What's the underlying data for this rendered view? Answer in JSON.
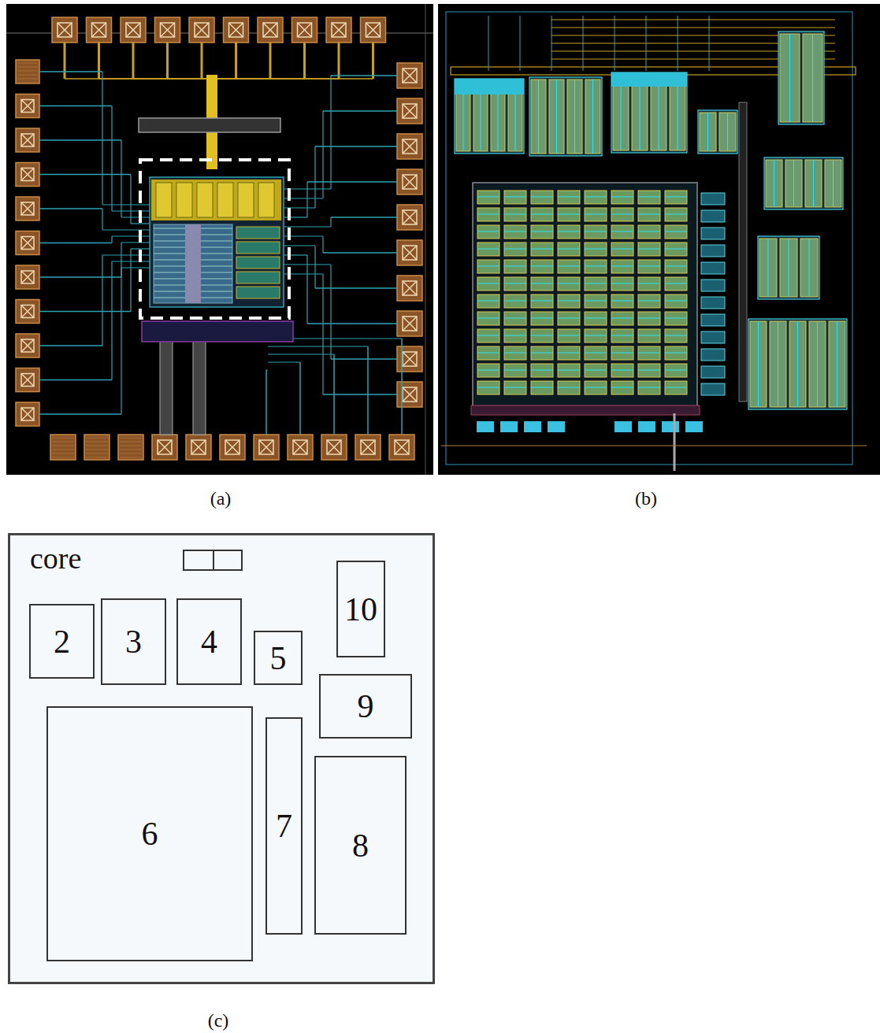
{
  "diagram": {
    "nodes": [
      {
        "text": [
          "core"
        ]
      },
      {
        "text": [
          "2"
        ],
        "in": 0
      },
      {
        "text": [
          "3"
        ],
        "in": 0
      },
      {
        "text": [
          "4"
        ],
        "in": 0
      },
      {
        "text": [
          "5"
        ],
        "in": 0
      },
      {
        "text": [
          "10"
        ],
        "in": 0
      },
      {
        "text": [
          "9"
        ],
        "in": 0
      },
      {
        "text": [
          "6"
        ],
        "in": 0
      },
      {
        "text": [
          "7"
        ],
        "in": 0
      },
      {
        "text": [
          "8"
        ],
        "in": 0
      }
    ],
    "labels": [
      "(a)",
      "(b)",
      "(c)"
    ]
  }
}
